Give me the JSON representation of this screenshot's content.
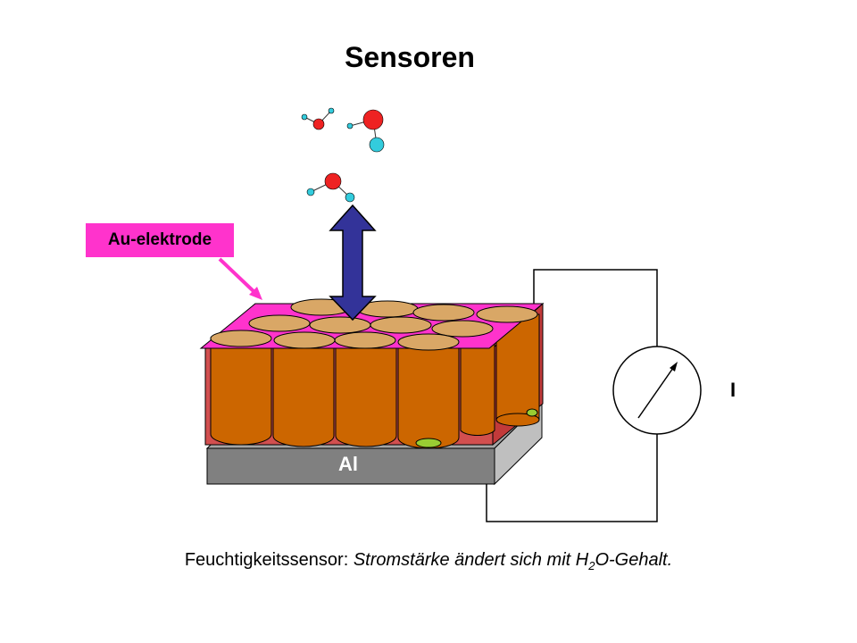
{
  "title": "Sensoren",
  "electrode_label": "Au-elektrode",
  "substrate_label": "Al",
  "current_label": "I",
  "caption": {
    "prefix": "Feuchtigkeitssensor: ",
    "italic_part1": "Stromstärke ändert sich mit H",
    "subscript": "2",
    "italic_part2": "O-Gehalt."
  },
  "colors": {
    "electrode": "#ff33cc",
    "pores": "#cc6600",
    "pore_tops": "#d9a766",
    "oxide": "#cc4444",
    "substrate": "#808080",
    "arrow": "#333399",
    "oxygen": "#ee2222",
    "hydrogen": "#33ccdd"
  }
}
